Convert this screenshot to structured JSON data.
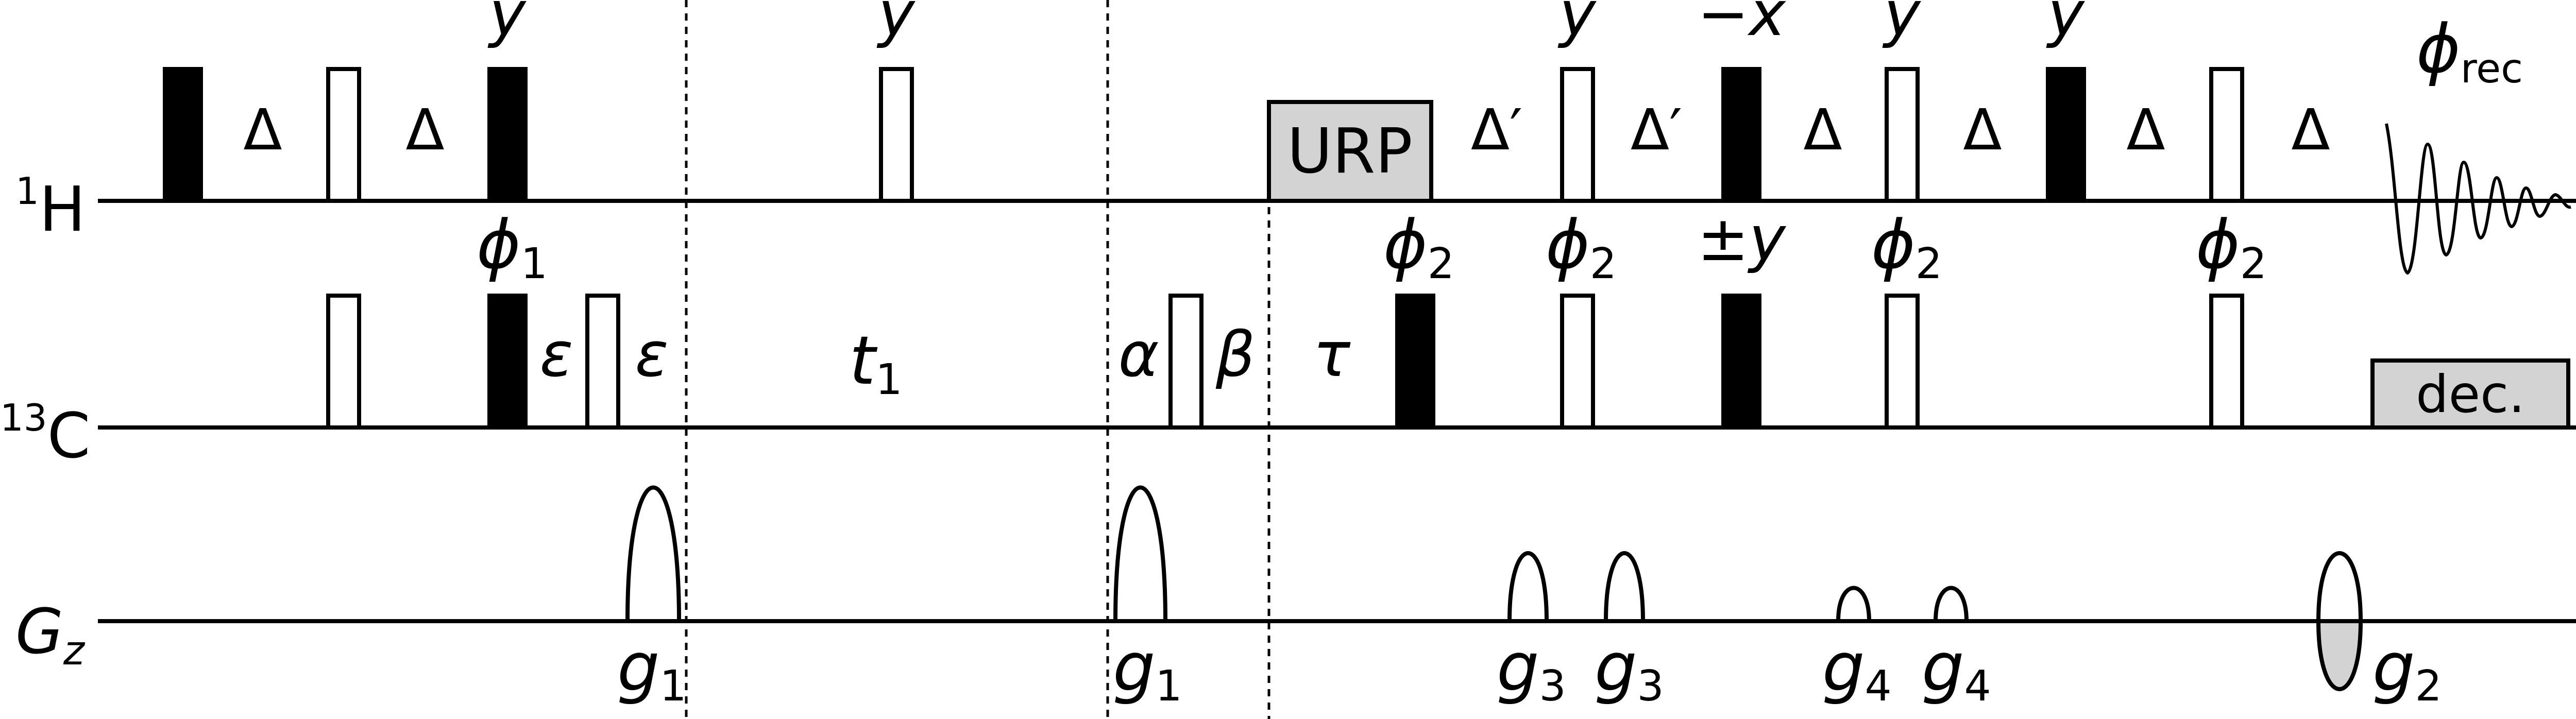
{
  "channels": {
    "h": {
      "sup": "1",
      "main": "H"
    },
    "c": {
      "sup": "13",
      "main": "C"
    },
    "g": {
      "main": "G",
      "sub": "z"
    }
  },
  "labels": {
    "delta": "Δ",
    "delta_prime": "Δ′",
    "y": "y",
    "minus_x": "−x",
    "pm_y": "±y",
    "phi": "ϕ",
    "phi_rec_sub": "rec",
    "phi1_sub": "1",
    "phi2_sub": "2",
    "epsilon": "ε",
    "t": "t",
    "t1_sub": "1",
    "alpha": "α",
    "beta": "β",
    "tau": "τ",
    "urp": "URP",
    "dec": "dec.",
    "g": "g",
    "g1_sub": "1",
    "g2_sub": "2",
    "g3_sub": "3",
    "g4_sub": "4"
  },
  "colors": {
    "line": "#000000",
    "box_fill": "#d3d3d3",
    "background": "#ffffff"
  }
}
